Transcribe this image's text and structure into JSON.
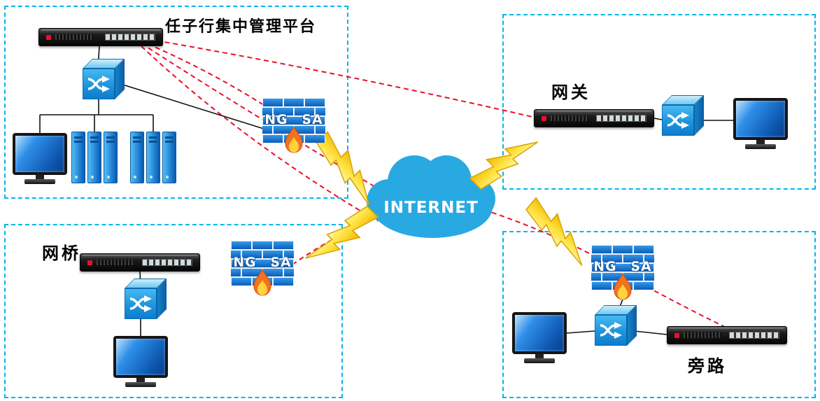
{
  "zones": {
    "management": {
      "label": "任子行集中管理平台"
    },
    "gateway": {
      "label": "网关"
    },
    "bridge": {
      "label": "网桥"
    },
    "bypass": {
      "label": "旁路"
    }
  },
  "cloud": {
    "label": "INTERNET"
  },
  "firewall": {
    "label": "NG SA"
  },
  "colors": {
    "zone_border": "#00b6ea",
    "management_link_red": "#e8112d",
    "device_link_black": "#111111",
    "cloud_blue": "#29a9e2",
    "lightning_yellow": "#ffd83d",
    "brick_blue": "#1173cf",
    "flame_orange": "#f3731c",
    "device_blue": "#1f8fdc"
  },
  "devices": {
    "management": [
      "rack-appliance",
      "lan-switch",
      "monitor",
      "server-towers",
      "server-towers",
      "ngsa-firewall"
    ],
    "gateway": [
      "rack-appliance",
      "lan-switch",
      "monitor"
    ],
    "bridge": [
      "rack-appliance",
      "lan-switch",
      "monitor",
      "ngsa-firewall"
    ],
    "bypass": [
      "monitor",
      "lan-switch",
      "rack-appliance",
      "ngsa-firewall"
    ]
  },
  "connections": {
    "management_links_style": "red-dashed",
    "device_links_style": "black-solid",
    "internet_links_style": "lightning-bolt"
  }
}
